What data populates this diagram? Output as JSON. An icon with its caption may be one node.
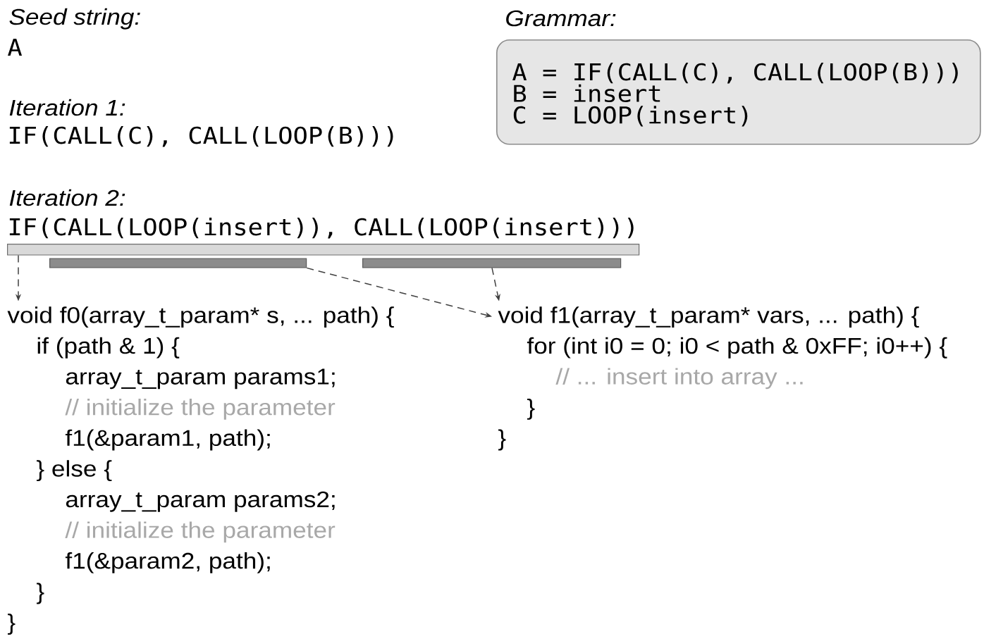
{
  "diagram": {
    "nodes": [
      {
        "text": [
          "Grammar:",
          "A = IF(CALL(C), CALL(LOOP(B)))",
          "B = insert",
          "C = LOOP(insert)"
        ]
      },
      {
        "text": [],
        "shape": "bar"
      },
      {
        "text": [],
        "shape": "bar"
      },
      {
        "text": [],
        "shape": "bar"
      },
      {
        "text": [
          "void f0(array_t_param* s, ... path) {",
          "if (path & 1) {",
          "array_t_param params1;",
          "// initialize the parameter",
          "f1(&param1, path);",
          "} else {",
          "array_t_param params2;",
          "// initialize the parameter",
          "f1(&param2, path);",
          "}",
          "}"
        ]
      },
      {
        "text": [
          "void f1(array_t_param* vars, ... path) {",
          "for (int i0 = 0; i0 < path & 0xFF; i0++) {",
          "// ... insert into array ...",
          "}",
          "}"
        ]
      }
    ],
    "edges": [
      {
        "from": 1,
        "to": 4,
        "arrow": "to",
        "style": "dashed"
      },
      {
        "from": 2,
        "to": 5,
        "arrow": "to",
        "style": "dashed"
      },
      {
        "from": 3,
        "to": 5,
        "arrow": "to",
        "style": "dashed"
      }
    ],
    "labels": [
      "Seed string:",
      "A",
      "Iteration 1:",
      "IF(CALL(C), CALL(LOOP(B)))",
      "Iteration 2:",
      "IF(CALL(LOOP(insert)), CALL(LOOP(insert)))"
    ]
  }
}
